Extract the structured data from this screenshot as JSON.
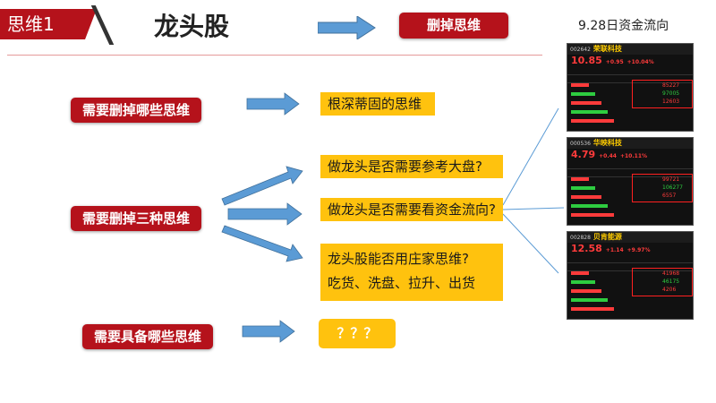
{
  "header": {
    "tag": "思维1",
    "title": "龙头股",
    "button": "删掉思维",
    "date_label": "9.28日资金流向"
  },
  "left": {
    "q1": "需要删掉哪些思维",
    "q2": "需要删掉三种思维",
    "q3": "需要具备哪些思维"
  },
  "answers": {
    "a1": "根深蒂固的思维",
    "a2": "做龙头是否需要参考大盘?",
    "a3": "做龙头是否需要看资金流向?",
    "a4_line1": "龙头股能否用庄家思维?",
    "a4_line2": "吃货、洗盘、拉升、出货",
    "a5": "？？？"
  },
  "panels": [
    {
      "code": "002642",
      "name": "荣联科技",
      "price": "10.85",
      "change": "+0.95",
      "pct": "+10.04%",
      "flows": [
        "85227",
        "97005",
        "12603"
      ]
    },
    {
      "code": "000536",
      "name": "华映科技",
      "price": "4.79",
      "change": "+0.44",
      "pct": "+10.11%",
      "flows": [
        "99721",
        "106277",
        "6557"
      ]
    },
    {
      "code": "002828",
      "name": "贝肯能源",
      "price": "12.58",
      "change": "+1.14",
      "pct": "+9.97%",
      "flows": [
        "41968",
        "46175",
        "4206"
      ]
    }
  ],
  "colors": {
    "brand_red": "#b5121b",
    "arrow_blue": "#5b9bd5",
    "answer_yellow": "#ffc20e"
  }
}
